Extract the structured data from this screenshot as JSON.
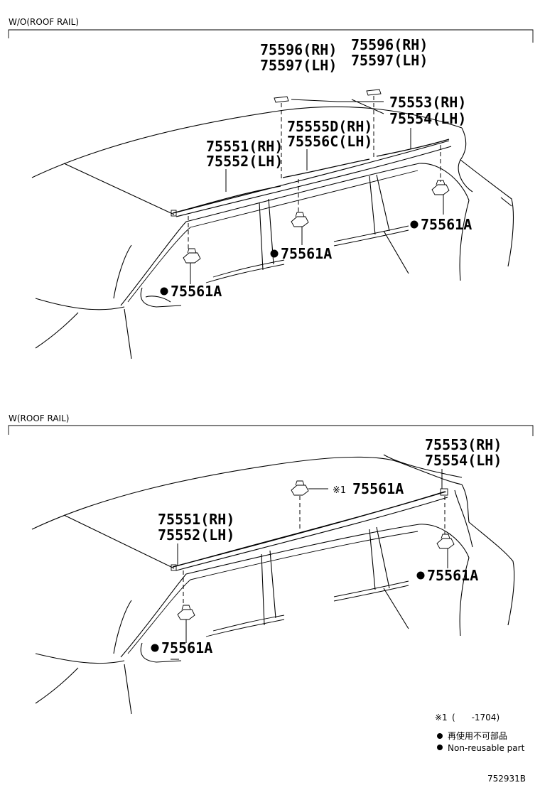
{
  "sections": [
    {
      "title": "W/O(ROOF RAIL)"
    },
    {
      "title": "W(ROOF RAIL)"
    }
  ],
  "callouts": {
    "s1_a_rh": "75596(RH)",
    "s1_a_lh": "75597(LH)",
    "s1_b_rh": "75596(RH)",
    "s1_b_lh": "75597(LH)",
    "s1_c_rh": "75553(RH)",
    "s1_c_lh": "75554(LH)",
    "s1_d_rh": "75555D(RH)",
    "s1_d_lh": "75556C(LH)",
    "s1_e_rh": "75551(RH)",
    "s1_e_lh": "75552(LH)",
    "s1_clip_1": "75561A",
    "s1_clip_2": "75561A",
    "s1_clip_3": "75561A",
    "s2_c_rh": "75553(RH)",
    "s2_c_lh": "75554(LH)",
    "s2_clip_top": "75561A",
    "s2_clip_top_mark": "※1",
    "s2_e_rh": "75551(RH)",
    "s2_e_lh": "75552(LH)",
    "s2_clip_1": "75561A",
    "s2_clip_2": "75561A"
  },
  "legend": {
    "note_mark": "※1",
    "note_range": "(      -1704)",
    "non_reusable_ja": "再使用不可部品",
    "non_reusable_en": "Non-reusable part"
  },
  "diagram_code": "752931B"
}
